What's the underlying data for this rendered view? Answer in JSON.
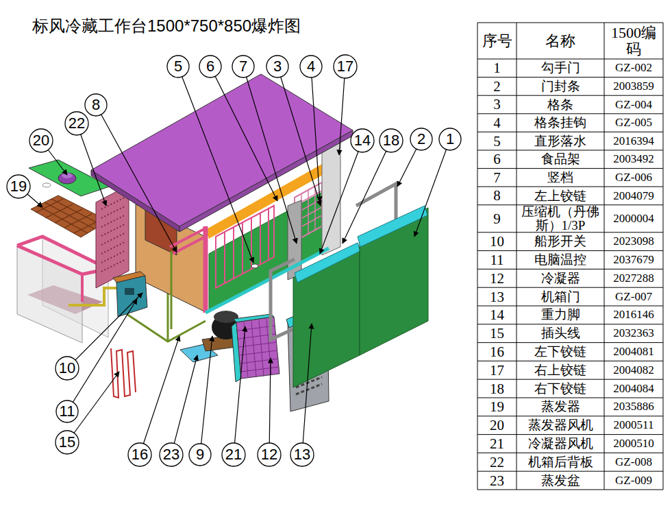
{
  "diagram": {
    "title": "标风冷藏工作台1500*750*850爆炸图",
    "nodes": [
      {
        "text": [
          "5"
        ]
      },
      {
        "text": [
          "6"
        ]
      },
      {
        "text": [
          "7"
        ]
      },
      {
        "text": [
          "3"
        ]
      },
      {
        "text": [
          "4"
        ]
      },
      {
        "text": [
          "17"
        ]
      },
      {
        "text": [
          "8"
        ]
      },
      {
        "text": [
          "22"
        ]
      },
      {
        "text": [
          "20"
        ]
      },
      {
        "text": [
          "14"
        ]
      },
      {
        "text": [
          "18"
        ]
      },
      {
        "text": [
          "2"
        ]
      },
      {
        "text": [
          "1"
        ]
      },
      {
        "text": [
          "19"
        ]
      },
      {
        "text": [
          "10"
        ]
      },
      {
        "text": [
          "11"
        ]
      },
      {
        "text": [
          "15"
        ]
      },
      {
        "text": [
          "16"
        ]
      },
      {
        "text": [
          "23"
        ]
      },
      {
        "text": [
          "9"
        ]
      },
      {
        "text": [
          "21"
        ]
      },
      {
        "text": [
          "12"
        ]
      },
      {
        "text": [
          "13"
        ]
      }
    ],
    "labels": [
      "序号",
      "名称",
      "1500编码",
      "1",
      "勾手门",
      "GZ-002",
      "2",
      "门封条",
      "2003859",
      "3",
      "格条",
      "GZ-004",
      "4",
      "格条挂钩",
      "GZ-005",
      "5",
      "直形落水",
      "2016394",
      "6",
      "食品架",
      "2003492",
      "7",
      "竖档",
      "GZ-006",
      "8",
      "左上铰链",
      "2004079",
      "9",
      "压缩机（丹佛斯）1/3P",
      "2000004",
      "10",
      "船形开关",
      "2023098",
      "11",
      "电脑温控",
      "2037679",
      "12",
      "冷凝器",
      "2027288",
      "13",
      "机箱门",
      "GZ-007",
      "14",
      "重力脚",
      "2016146",
      "15",
      "插头线",
      "2032363",
      "16",
      "左下铰链",
      "2004081",
      "17",
      "右上铰链",
      "2004082",
      "18",
      "右下铰链",
      "2004084",
      "19",
      "蒸发器",
      "2035886",
      "20",
      "蒸发器风机",
      "2000511",
      "21",
      "冷凝器风机",
      "2000510",
      "22",
      "机箱后背板",
      "GZ-008",
      "23",
      "蒸发盆",
      "GZ-009"
    ]
  }
}
